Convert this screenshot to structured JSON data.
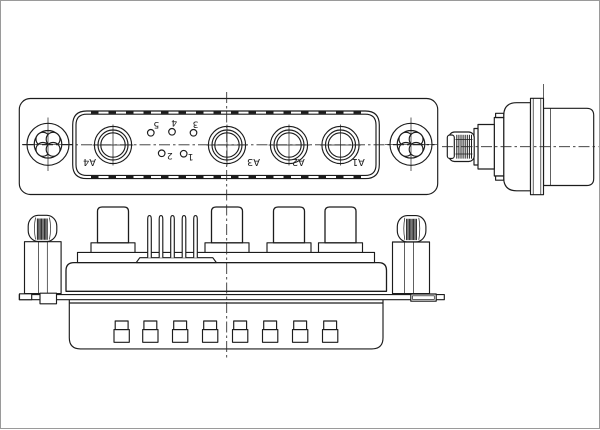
{
  "drawing": {
    "description": "D-sub combination connector technical drawing, three views",
    "front_view": {
      "power_contacts": [
        {
          "label": "A4"
        },
        {
          "label": "A3"
        },
        {
          "label": "A2"
        },
        {
          "label": "A1"
        }
      ],
      "signal_contacts": [
        {
          "label": "5"
        },
        {
          "label": "4"
        },
        {
          "label": "3"
        },
        {
          "label": "2"
        },
        {
          "label": "1"
        }
      ]
    },
    "colors": {
      "line": "#1c1c1c",
      "background": "#ffffff",
      "page_border": "#9a9a9a"
    }
  }
}
